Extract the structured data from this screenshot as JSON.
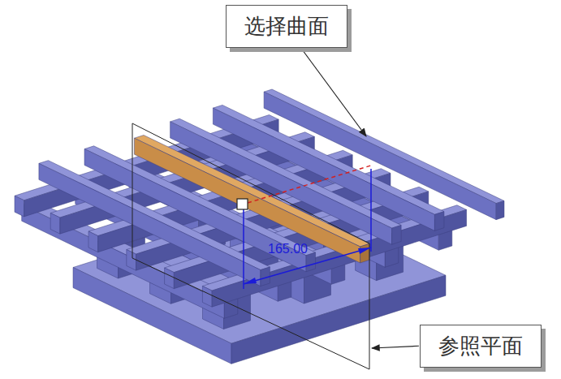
{
  "diagram": {
    "nodes": [
      {
        "text": [
          "选择曲面"
        ]
      },
      {
        "text": [
          "参照平面"
        ]
      }
    ],
    "labels": [
      "165.00"
    ]
  }
}
